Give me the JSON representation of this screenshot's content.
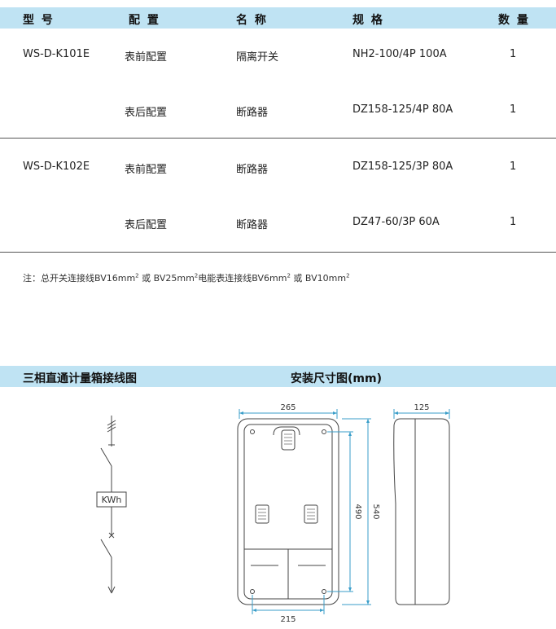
{
  "table": {
    "headers": [
      "型 号",
      "配 置",
      "名 称",
      "规 格",
      "数 量"
    ],
    "rows": [
      {
        "model": "WS-D-K101E",
        "config": "表前配置",
        "name": "隔离开关",
        "spec": "NH2-100/4P 100A",
        "qty": "1"
      },
      {
        "model": "",
        "config": "表后配置",
        "name": "断路器",
        "spec": "DZ158-125/4P 80A",
        "qty": "1"
      },
      {
        "model": "WS-D-K102E",
        "config": "表前配置",
        "name": "断路器",
        "spec": "DZ158-125/3P 80A",
        "qty": "1"
      },
      {
        "model": "",
        "config": "表后配置",
        "name": "断路器",
        "spec": "DZ47-60/3P 60A",
        "qty": "1"
      }
    ]
  },
  "note": {
    "p1": "注：总开关连接线BV16mm",
    "p2": " 或 BV25mm",
    "p3": "电能表连接线BV6mm",
    "p4": " 或 BV10mm",
    "sup": "2"
  },
  "sections": {
    "wiring_title": "三相直通计量箱接线图",
    "install_title": "安装尺寸图(mm)"
  },
  "wiring": {
    "meter_label": "KWh"
  },
  "dimensions": {
    "top_width": "265",
    "bottom_width": "215",
    "inner_height": "490",
    "outer_height": "540",
    "depth": "125"
  },
  "colors": {
    "header_bg": "#bfe3f3",
    "dimension_line": "#3a9ec9",
    "line": "#444444"
  }
}
